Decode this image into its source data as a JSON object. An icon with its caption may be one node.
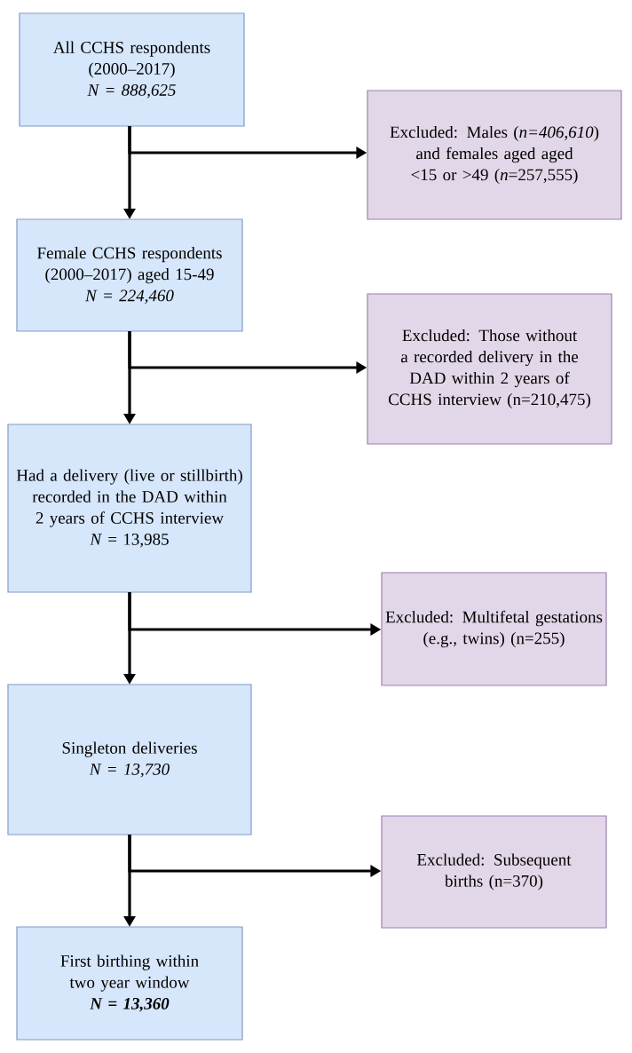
{
  "diagram": {
    "nodes": [
      {
        "text": [
          "All CCHS respondents (2000–2017)",
          "*N = 888,625*"
        ]
      },
      {
        "text": [
          "Excluded: Males (*n=406,610*) and females aged aged <15 or >49 (*n*=257,555)"
        ]
      },
      {
        "text": [
          "Female CCHS respondents (2000–2017) aged 15-49",
          "*N = 224,460*"
        ]
      },
      {
        "text": [
          "Excluded: Those without a recorded delivery in the DAD within 2 years of CCHS interview (n=210,475)"
        ]
      },
      {
        "text": [
          "Had a delivery (live or stillbirth) recorded in the DAD within 2 years of CCHS interview",
          "*N* =  13,985"
        ]
      },
      {
        "text": [
          "Excluded: Multifetal gestations (e.g., twins) (n=255)"
        ]
      },
      {
        "text": [
          "Singleton deliveries",
          "*N = 13,730*"
        ]
      },
      {
        "text": [
          "Excluded: Subsequent births (n=370)"
        ]
      },
      {
        "text": [
          "First birthing within two year window",
          "**N = 13,360**"
        ]
      }
    ],
    "edges": [
      {
        "from": 0,
        "to": 2,
        "arrow": "to"
      },
      {
        "from": 0,
        "to": 1,
        "arrow": "to"
      },
      {
        "from": 2,
        "to": 4,
        "arrow": "to"
      },
      {
        "from": 2,
        "to": 3,
        "arrow": "to"
      },
      {
        "from": 4,
        "to": 6,
        "arrow": "to"
      },
      {
        "from": 4,
        "to": 5,
        "arrow": "to"
      },
      {
        "from": 6,
        "to": 8,
        "arrow": "to"
      },
      {
        "from": 6,
        "to": 7,
        "arrow": "to"
      }
    ]
  }
}
